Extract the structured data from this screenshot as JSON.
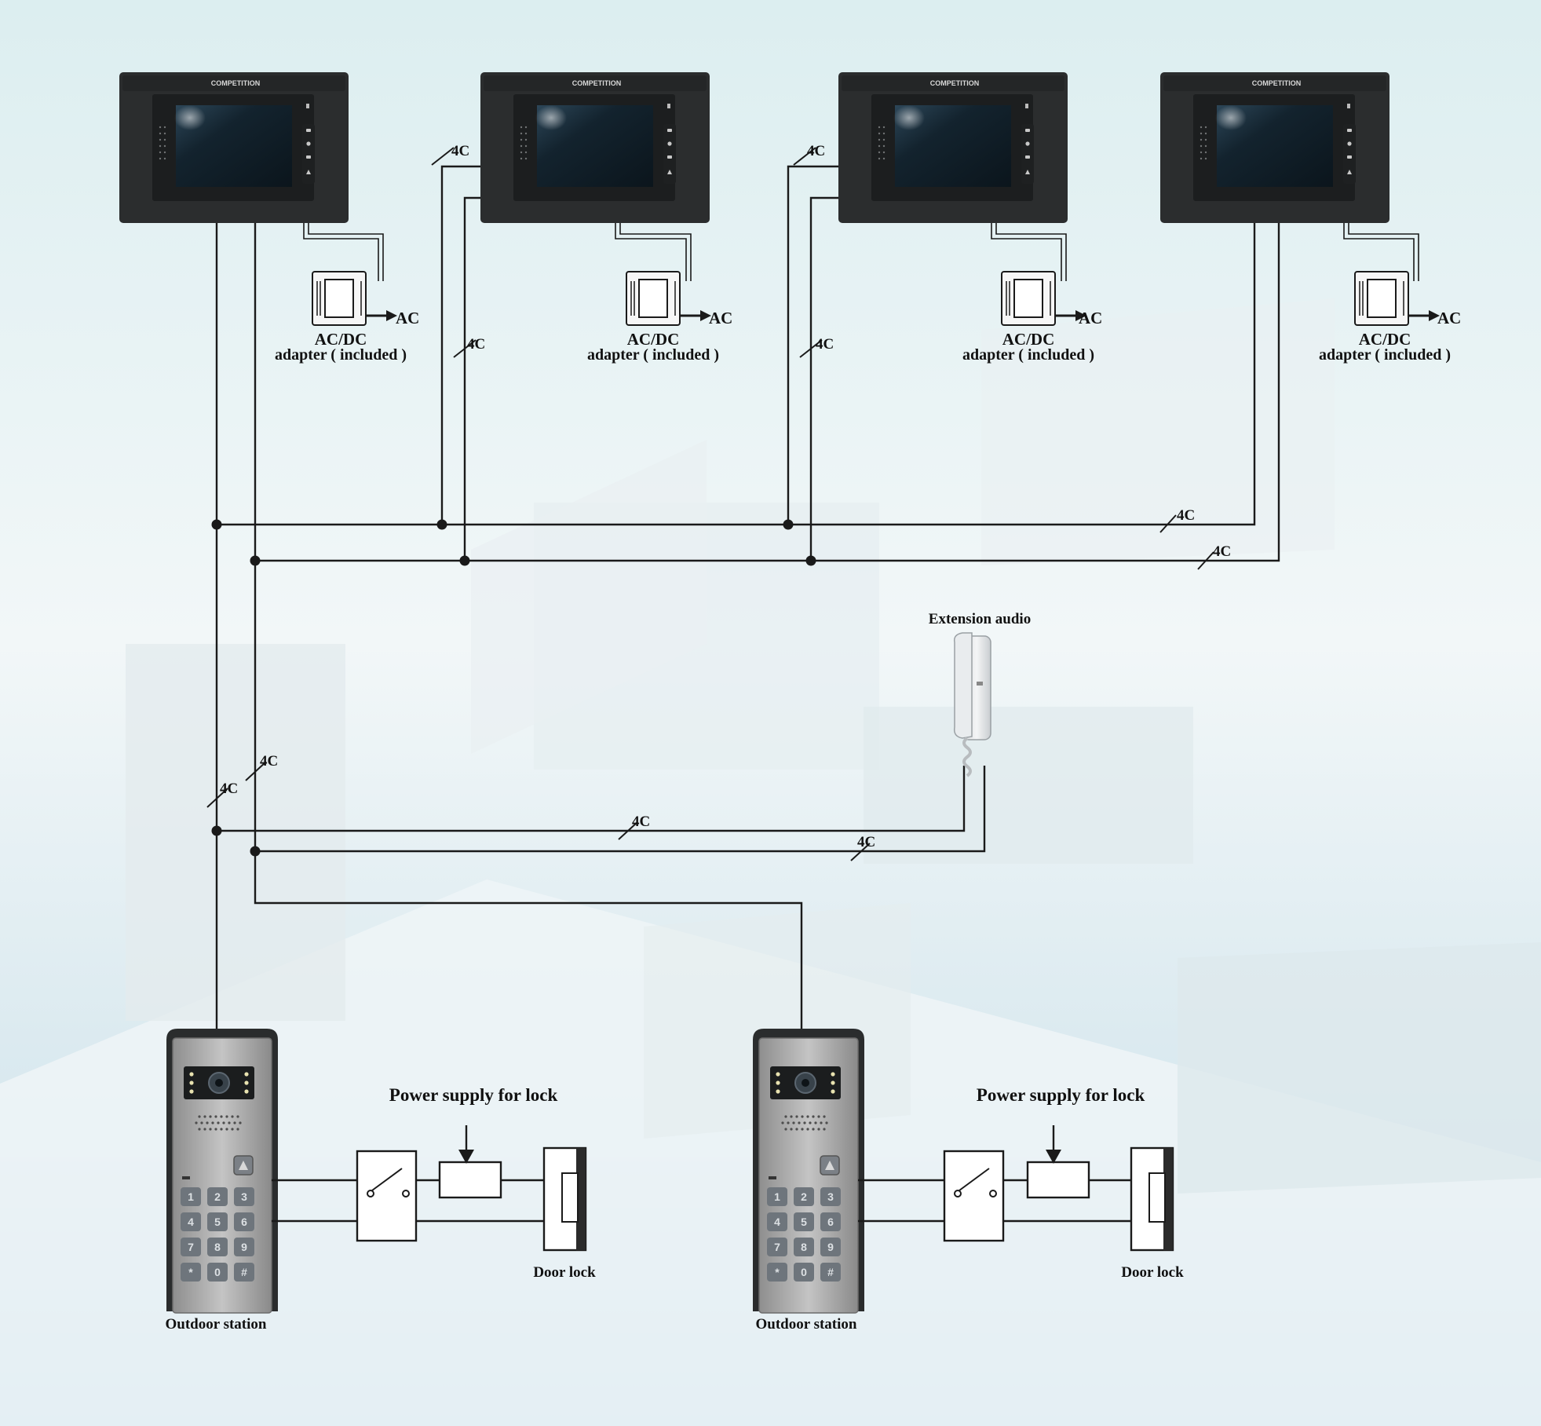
{
  "brand_text": "COMPETITION",
  "monitors": [
    {
      "adapter_label_line1": "AC/DC",
      "adapter_label_line2": "adapter ( included )",
      "ac_label": "AC"
    },
    {
      "adapter_label_line1": "AC/DC",
      "adapter_label_line2": "adapter ( included )",
      "ac_label": "AC"
    },
    {
      "adapter_label_line1": "AC/DC",
      "adapter_label_line2": "adapter ( included )",
      "ac_label": "AC"
    },
    {
      "adapter_label_line1": "AC/DC",
      "adapter_label_line2": "adapter ( included )",
      "ac_label": "AC"
    }
  ],
  "cable_label": "4C",
  "extension_audio_label": "Extension audio",
  "stations": [
    {
      "outdoor_label": "Outdoor station",
      "power_label": "Power supply for lock",
      "lock_label": "Door lock"
    },
    {
      "outdoor_label": "Outdoor station",
      "power_label": "Power supply for lock",
      "lock_label": "Door lock"
    }
  ],
  "keypad_keys": [
    "1",
    "2",
    "3",
    "4",
    "5",
    "6",
    "7",
    "8",
    "9",
    "*",
    "0",
    "#"
  ],
  "colors": {
    "background_top": "#dceef0",
    "background_bottom": "#a9cfe0",
    "monitor_body": "#2b2d2e",
    "monitor_screen": "#0f1e28",
    "station_body": "#a8a8a8",
    "wire": "#1a1a1a"
  }
}
